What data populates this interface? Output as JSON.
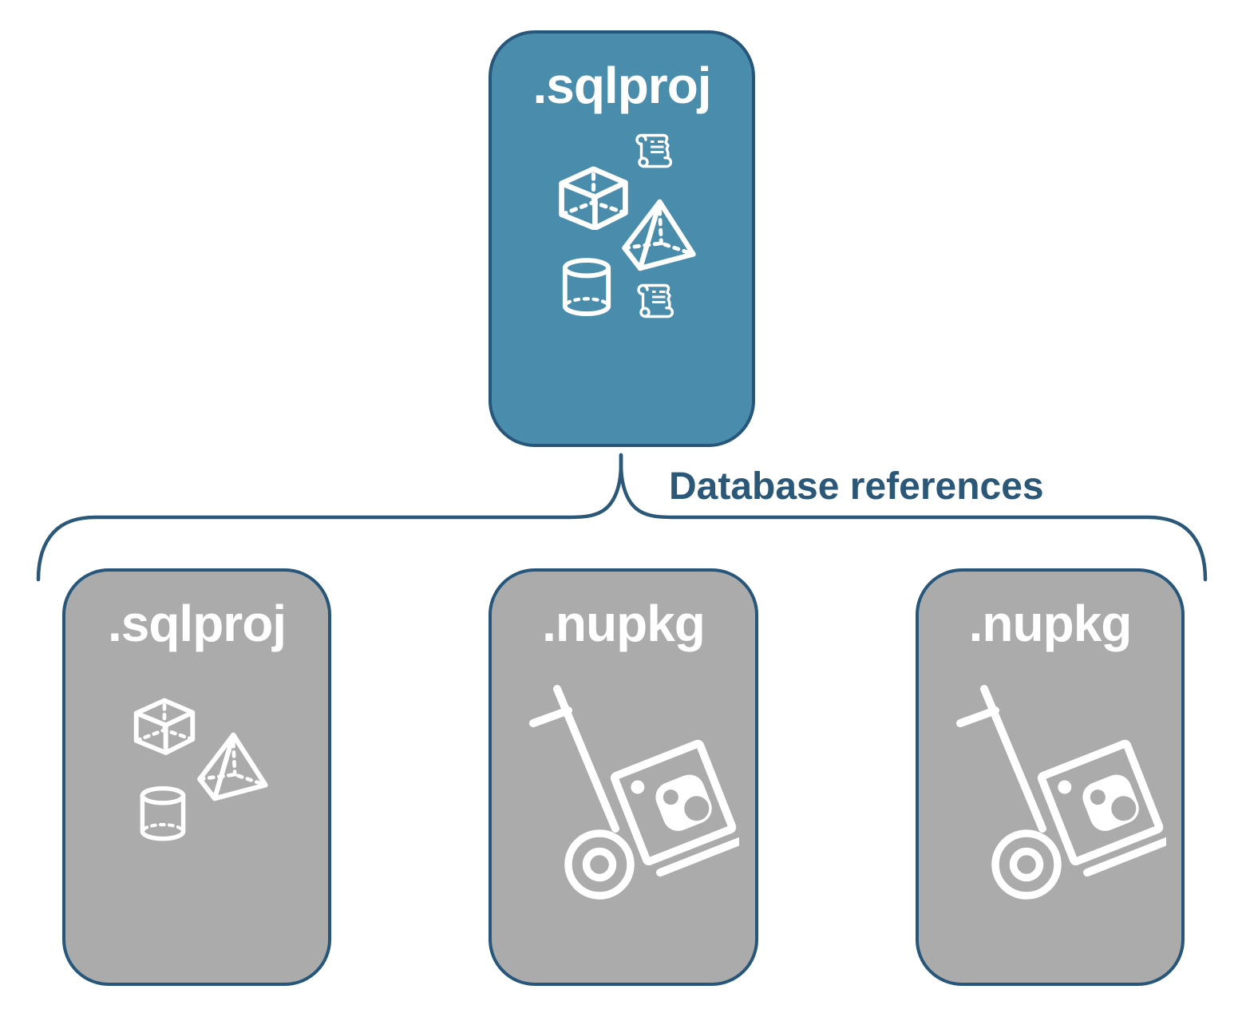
{
  "diagram": {
    "root_card": {
      "label": ".sqlproj"
    },
    "connector_label": "Database references",
    "child_cards": [
      {
        "label": ".sqlproj",
        "kind": "sql-project"
      },
      {
        "label": ".nupkg",
        "kind": "nuget-package"
      },
      {
        "label": ".nupkg",
        "kind": "nuget-package"
      }
    ],
    "icons": {
      "root": [
        "scroll-icon",
        "cube-icon",
        "pyramid-icon",
        "cylinder-icon",
        "scroll-icon"
      ],
      "sql_project": [
        "cube-icon",
        "pyramid-icon",
        "cylinder-icon"
      ],
      "nuget_package": [
        "handtruck-package-icon"
      ]
    },
    "colors": {
      "root_card_fill": "#4A8CAB",
      "child_card_fill": "#ABABAB",
      "card_border": "#27567B",
      "connector_stroke": "#2B5878",
      "connector_label_text": "#2B5878",
      "icon_stroke": "#FFFFFF",
      "page_background": "#FFFFFF"
    }
  }
}
